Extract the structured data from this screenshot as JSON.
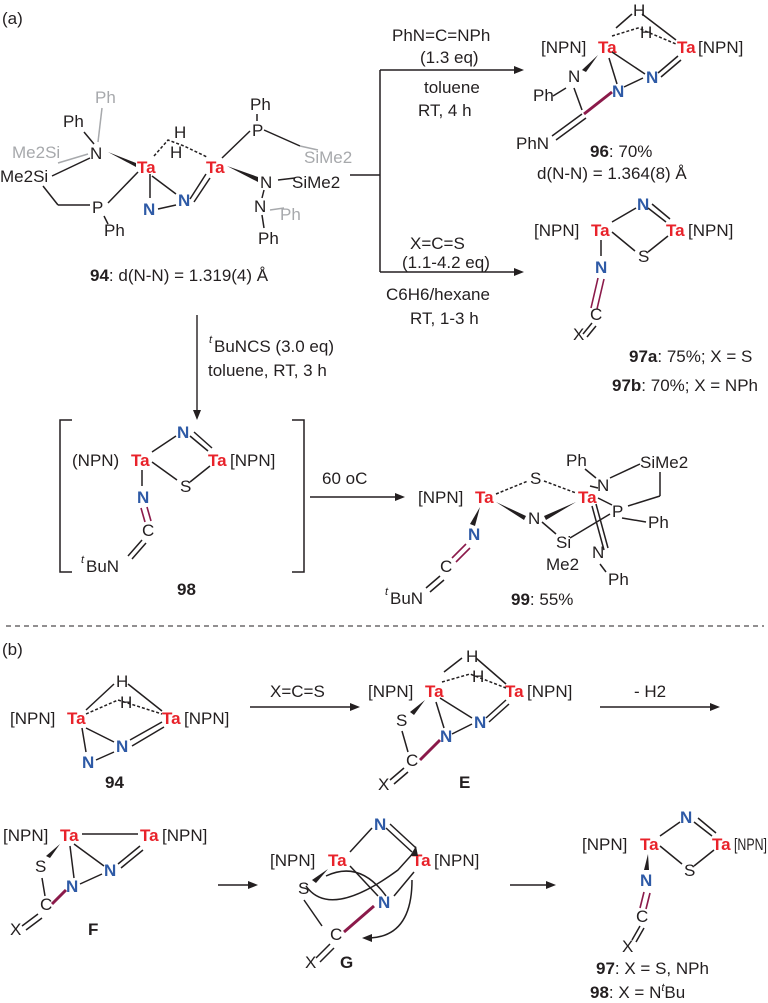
{
  "panels": {
    "a": "(a)",
    "b": "(b)"
  },
  "labels": {
    "ph": "Ph",
    "me2si": "Me2Si",
    "sime2": "SiMe2",
    "p": "P",
    "n": "N",
    "ta": "Ta",
    "h": "H",
    "s": "S",
    "si": "Si",
    "me2": "Me2",
    "x": "X",
    "npn": "[NPN]",
    "npn_paren": "(NPN)",
    "phn": "PhN",
    "butn": "BuN",
    "t": "t"
  },
  "compounds": {
    "c94": {
      "id": "94",
      "caption_rest": ": d(N-N) = 1.319(4) Å"
    },
    "c96": {
      "id": "96",
      "yield": ": 70%",
      "dnn": "d(N-N) = 1.364(8) Å"
    },
    "c97a": {
      "id": "97a",
      "caption": ": 75%; X = S"
    },
    "c97b": {
      "id": "97b",
      "caption": ": 70%; X = NPh"
    },
    "c98": {
      "id": "98"
    },
    "c99": {
      "id": "99",
      "caption": ": 55%"
    },
    "b94": {
      "id": "94"
    },
    "E": {
      "id": "E"
    },
    "F": {
      "id": "F"
    },
    "G": {
      "id": "G"
    },
    "c97": {
      "id": "97",
      "caption": ": X = S, NPh"
    },
    "c98b": {
      "id": "98",
      "caption": ": X = N",
      "suffix": "Bu"
    }
  },
  "conditions": {
    "carbodiimide": {
      "reagent": "PhN=C=NPh",
      "eq": "(1.3 eq)",
      "solvent": "toluene",
      "time": "RT, 4 h"
    },
    "xcs": {
      "reagent": "X=C=S",
      "eq": "(1.1-4.2 eq)",
      "solvent": "C6H6/hexane",
      "time": "RT, 1-3 h"
    },
    "butncs": {
      "reagent": "BuNCS (3.0 eq)",
      "solvent": "toluene, RT, 3 h"
    },
    "heat": {
      "temp": "60 oC"
    },
    "b_xcs": {
      "reagent": "X=C=S"
    },
    "b_h2": {
      "reagent": "- H2"
    }
  }
}
